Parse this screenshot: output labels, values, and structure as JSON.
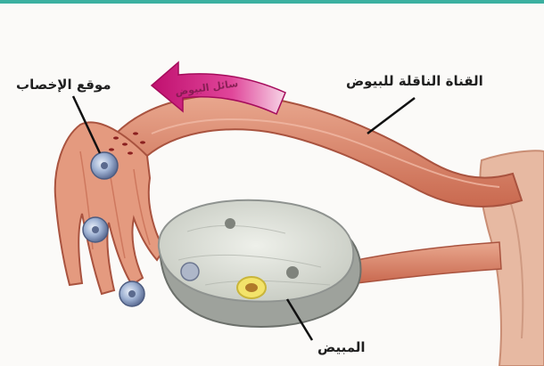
{
  "labels": {
    "fertilization_site": "موقع الإخصاب",
    "fallopian_tube": "القناة الناقلة للبيوض",
    "ovary": "المبيض",
    "arrow_text": "سائل البيوض"
  },
  "colors": {
    "tube": "#d98a6f",
    "tube_dark": "#b55a45",
    "arrow": "#d8278a",
    "ovary_fill": "#d9dcd3",
    "ovary_rim": "#8f9390",
    "egg": "#8fa2c4",
    "follicle": "#f3e36a",
    "top_border": "#3bb0a0"
  }
}
